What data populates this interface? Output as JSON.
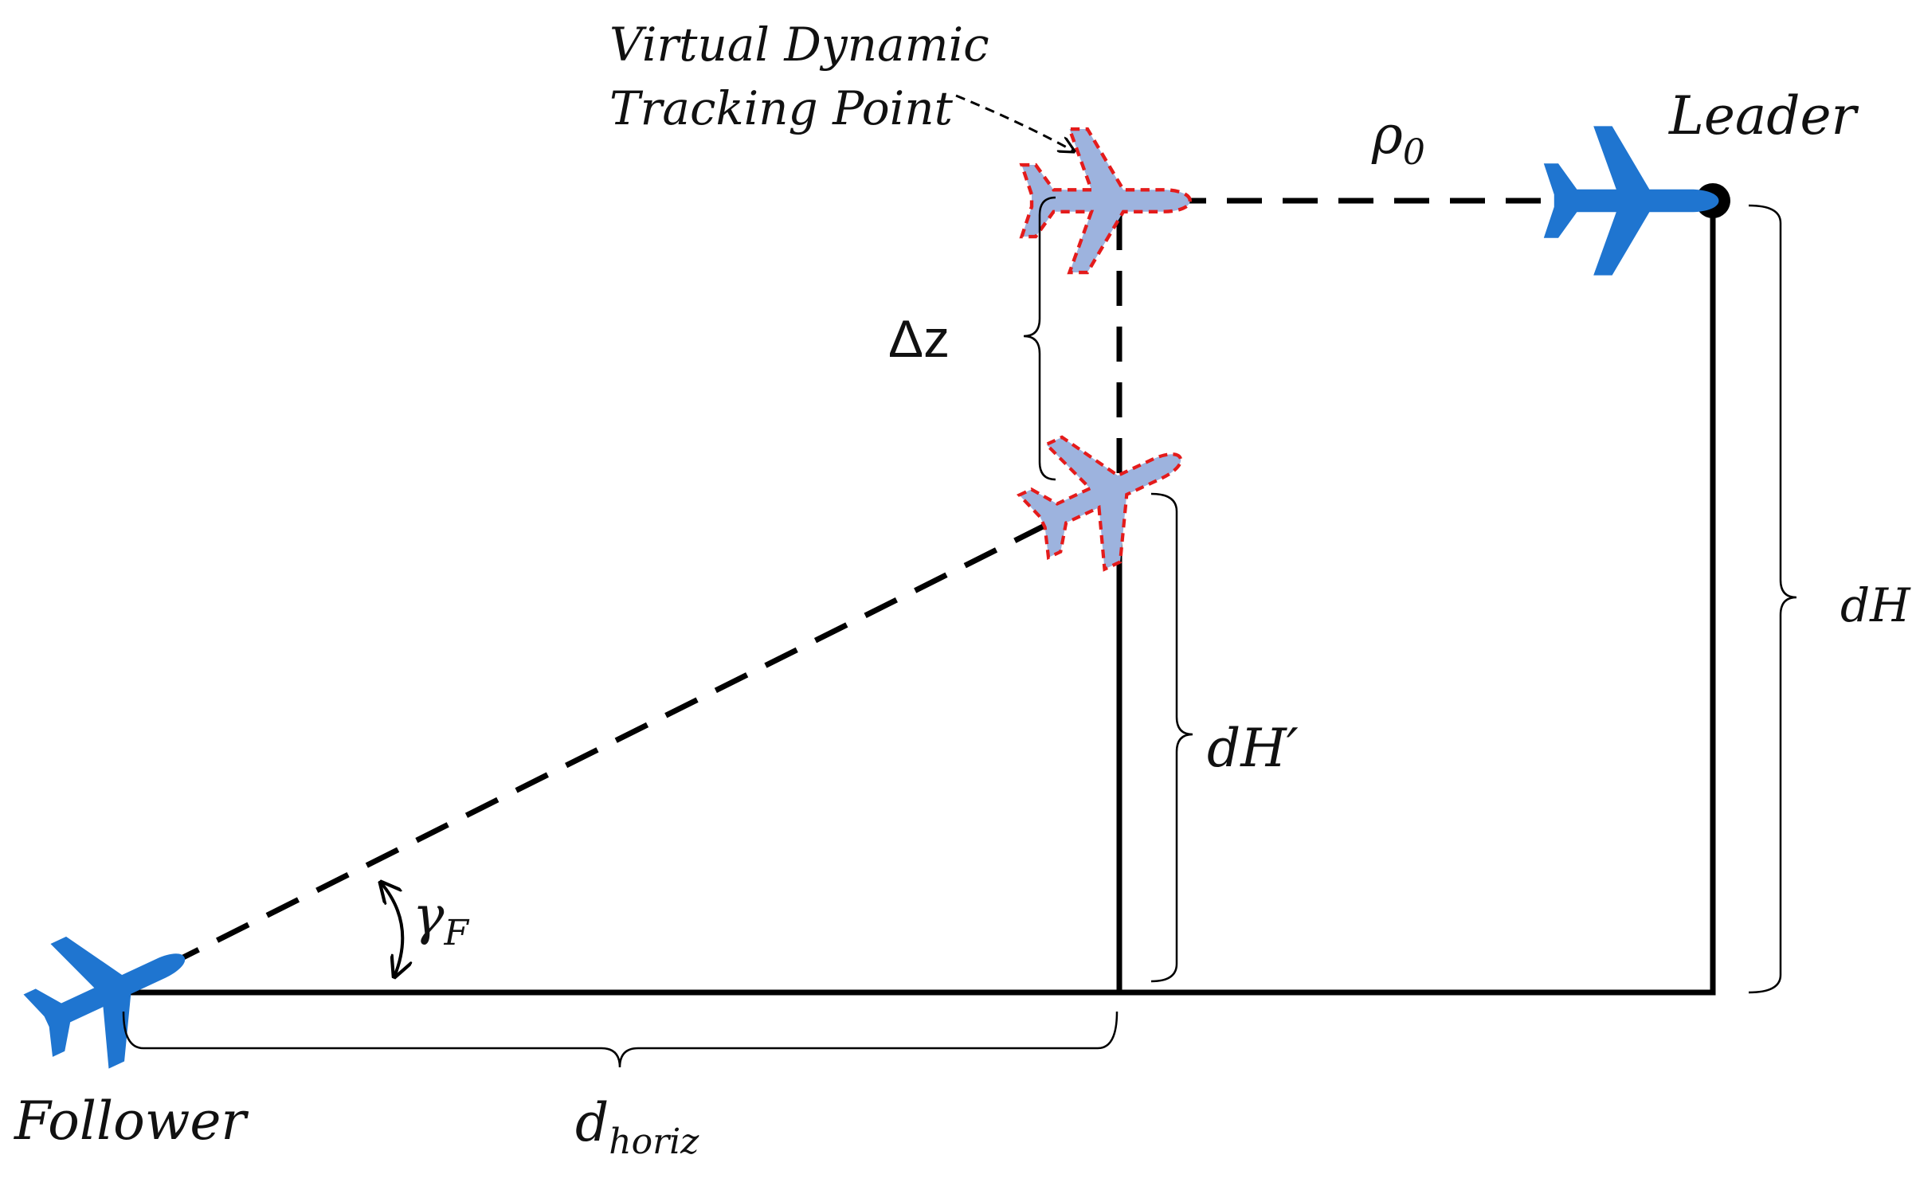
{
  "labels": {
    "tracking_point_line1": "Virtual Dynamic",
    "tracking_point_line2": "Tracking Point",
    "leader": "Leader",
    "follower": "Follower",
    "rho_base": "ρ",
    "rho_sub": "0",
    "delta_z": "Δz",
    "dH": "dH",
    "dH_prime": "dH′",
    "gamma_base": "γ",
    "gamma_sub": "F",
    "d_base": "d",
    "d_sub": "horiz"
  },
  "colors": {
    "aircraft": "#1f75d0",
    "virtual_aircraft_fill": "#9db3de",
    "virtual_aircraft_outline": "#e41b1b",
    "lines": "#000000"
  },
  "icons": {
    "leader": "airplane-icon",
    "follower": "airplane-icon",
    "virtual_point": "airplane-icon",
    "virtual_lower": "airplane-icon"
  }
}
